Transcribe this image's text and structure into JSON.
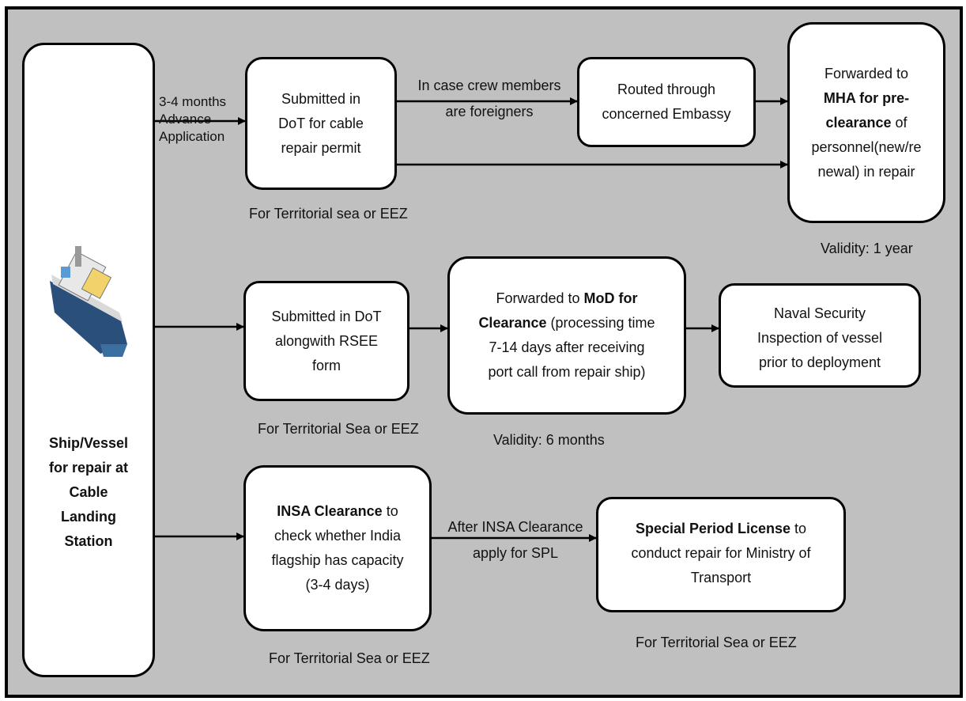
{
  "source_box": {
    "lines": [
      "Ship/Vessel",
      "for repair at",
      "Cable",
      "Landing",
      "Station"
    ],
    "image_icon": "cable-repair-ship-image"
  },
  "row1": {
    "edge_label_top": "3-4 months",
    "edge_label_mid": "Advance",
    "edge_label_bottom": "Application",
    "box1": [
      "Submitted in",
      "DoT for cable",
      "repair permit"
    ],
    "box1_caption": "For Territorial sea or EEZ",
    "crew_label_1": "In case crew members",
    "crew_label_2": "are foreigners",
    "embassy_box": [
      "Routed through",
      "concerned Embassy"
    ],
    "mha_box": {
      "line1": "Forwarded to",
      "line2_bold": "MHA for pre-",
      "line3_bold": "clearance",
      "line3_rest": " of",
      "line4": "personnel(new/re",
      "line5": "newal) in repair"
    },
    "mha_caption": "Validity: 1 year"
  },
  "row2": {
    "box1": [
      "Submitted in DoT",
      "alongwith RSEE",
      "form"
    ],
    "box1_caption": "For Territorial Sea or EEZ",
    "mod_box": {
      "line1_pre": "Forwarded to ",
      "line1_bold": "MoD for",
      "line2_bold": "Clearance",
      "line2_rest": " (processing time",
      "line3": "7-14 days after receiving",
      "line4": "port call from repair ship)"
    },
    "mod_caption": "Validity: 6 months",
    "naval_box": [
      "Naval Security",
      "Inspection of vessel",
      "prior to deployment"
    ]
  },
  "row3": {
    "insa_box": {
      "line1_bold": "INSA Clearance",
      "line1_rest": " to",
      "line2": "check whether India",
      "line3": "flagship has capacity",
      "line4": "(3-4 days)"
    },
    "insa_caption": "For Territorial Sea or EEZ",
    "spl_label_1": "After INSA Clearance",
    "spl_label_2": "apply for SPL",
    "spl_box": {
      "line1_bold": "Special Period License",
      "line1_rest": " to",
      "line2": "conduct repair for Ministry of",
      "line3": "Transport"
    },
    "spl_caption": "For Territorial Sea or EEZ"
  },
  "colors": {
    "frame_background": "#c0c0c0",
    "box_fill": "#ffffff",
    "stroke": "#000000"
  }
}
